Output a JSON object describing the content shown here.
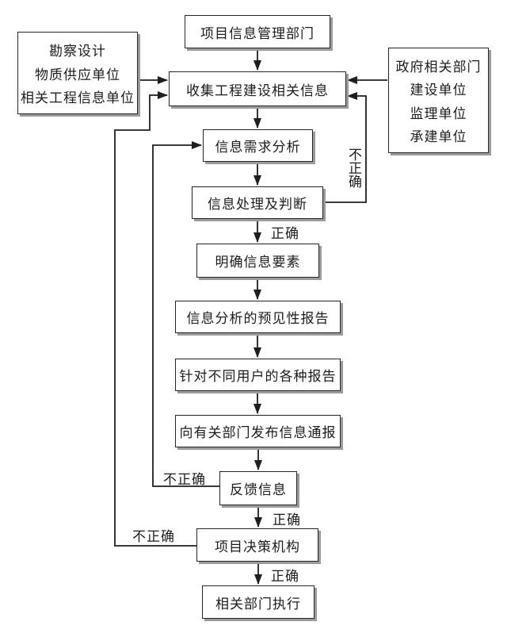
{
  "diagram": {
    "type": "flowchart",
    "nodes": {
      "project_info_dept": "项目信息管理部门",
      "left_sources": [
        "勘察设计",
        "物质供应单位",
        "相关工程信息单位"
      ],
      "right_sources": [
        "政府相关部门",
        "建设单位",
        "监理单位",
        "承建单位"
      ],
      "collect_info": "收集工程建设相关信息",
      "demand_analysis": "信息需求分析",
      "process_judge": "信息处理及判断",
      "clarify_elements": "明确信息要素",
      "predictive_report": "信息分析的预见性报告",
      "user_reports": "针对不同用户的各种报告",
      "publish_notice": "向有关部门发布信息通报",
      "feedback_info": "反馈信息",
      "decision_body": "项目决策机构",
      "dept_execute": "相关部门执行"
    },
    "edge_labels": {
      "correct_after_judge": "正确",
      "correct_after_feedback": "正确",
      "correct_after_decision": "正确",
      "incorrect_judge_loop": "不正确",
      "incorrect_feedback_loop": "不正确",
      "incorrect_decision_loop": "不正确"
    },
    "colors": {
      "background": "#ffffff",
      "line": "#1f1f1f",
      "box_border": "#262626",
      "box_shadow": "#9b9b9b",
      "text": "#1c1c1c"
    }
  }
}
